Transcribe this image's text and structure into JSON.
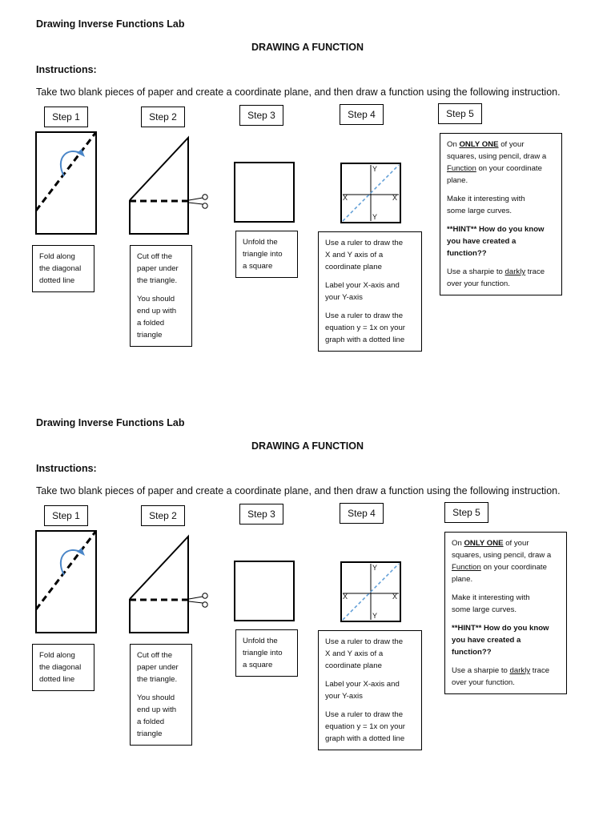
{
  "sections": [
    {
      "lab_title": "Drawing Inverse Functions Lab",
      "subtitle": "DRAWING A FUNCTION",
      "instructions_label": "Instructions:",
      "instructions_text": "Take two blank pieces of paper and create a coordinate plane, and then draw a function using the following instruction.",
      "steps": [
        {
          "label": "Step 1",
          "lines": [
            "Fold along",
            "the diagonal",
            "dotted line"
          ]
        },
        {
          "label": "Step 2",
          "para1": [
            "Cut off the",
            "paper under",
            "the triangle."
          ],
          "para2": [
            "You should",
            "end up with",
            "a folded",
            "triangle"
          ]
        },
        {
          "label": "Step 3",
          "lines": [
            "Unfold the",
            "triangle into",
            "a square"
          ]
        },
        {
          "label": "Step 4",
          "para1": [
            "Use a ruler to draw the",
            "X and Y axis of a",
            "coordinate plane"
          ],
          "para2": [
            "Label your X-axis and",
            "your Y-axis"
          ],
          "para3": [
            "Use a ruler to draw the",
            "equation y = 1x on your",
            "graph with a dotted line"
          ],
          "axis_x": "X",
          "axis_y": "Y"
        },
        {
          "label": "Step 5",
          "p1_a": "On ",
          "p1_b": "ONLY ONE",
          "p1_c": " of your",
          "p1_d": "squares, using pencil, draw a",
          "p1_e": "Function",
          "p1_f": " on your coordinate",
          "p1_g": "plane.",
          "p2": [
            "Make it interesting with",
            "some large curves."
          ],
          "p3": [
            "**HINT** How do you know",
            "you have created a",
            "function??"
          ],
          "p4_a": "Use a sharpie to ",
          "p4_b": "darkly",
          "p4_c": " trace",
          "p4_d": "over your function."
        }
      ]
    },
    {
      "lab_title": "Drawing Inverse Functions Lab",
      "subtitle": "DRAWING A FUNCTION",
      "instructions_label": "Instructions:",
      "instructions_text": "Take two blank pieces of paper and create a coordinate plane, and then draw a function using the following instruction.",
      "steps": [
        {
          "label": "Step 1",
          "lines": [
            "Fold along",
            "the diagonal",
            "dotted line"
          ]
        },
        {
          "label": "Step 2",
          "para1": [
            "Cut off the",
            "paper under",
            "the triangle."
          ],
          "para2": [
            "You should",
            "end up with",
            "a folded",
            "triangle"
          ]
        },
        {
          "label": "Step 3",
          "lines": [
            "Unfold the",
            "triangle into",
            "a square"
          ]
        },
        {
          "label": "Step 4",
          "para1": [
            "Use a ruler to draw the",
            "X and Y axis of a",
            "coordinate plane"
          ],
          "para2": [
            "Label your X-axis and",
            "your Y-axis"
          ],
          "para3": [
            "Use a ruler to draw the",
            "equation y = 1x on your",
            "graph with a dotted line"
          ],
          "axis_x": "X",
          "axis_y": "Y"
        },
        {
          "label": "Step 5",
          "p1_a": "On ",
          "p1_b": "ONLY ONE",
          "p1_c": " of your",
          "p1_d": "squares, using pencil, draw a",
          "p1_e": "Function",
          "p1_f": " on your coordinate",
          "p1_g": "plane.",
          "p2": [
            "Make it interesting with",
            "some large curves."
          ],
          "p3": [
            "**HINT** How do you know",
            "you have created a",
            "function??"
          ],
          "p4_a": "Use a sharpie to ",
          "p4_b": "darkly",
          "p4_c": " trace",
          "p4_d": "over your function."
        }
      ]
    }
  ],
  "colors": {
    "fold_arrow": "#4a86c8",
    "diagonal_line": "#5b9bd5",
    "ink": "#000000"
  }
}
